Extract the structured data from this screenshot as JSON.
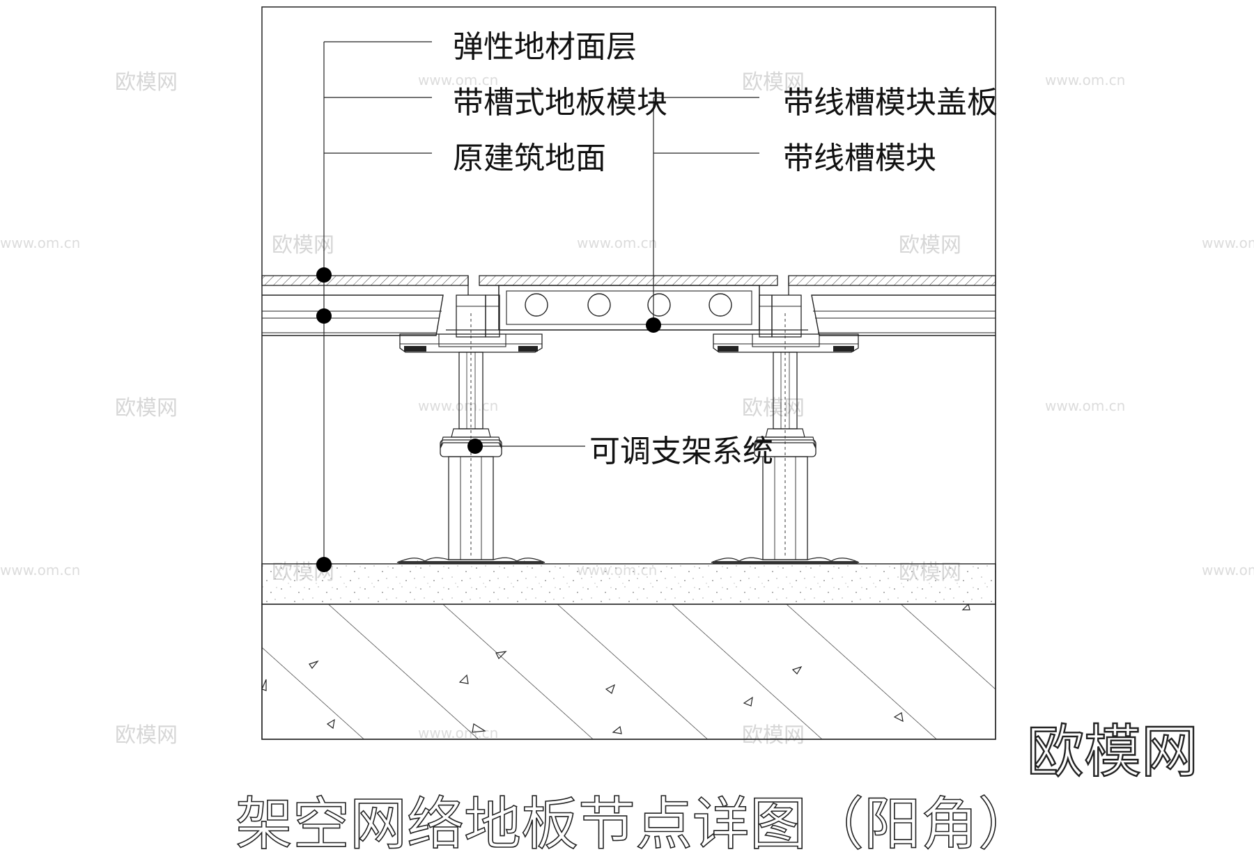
{
  "title": "架空网络地板节点详图（阳角）",
  "brand_logo": "欧模网",
  "watermark": {
    "text": "欧模网",
    "url": "www.om.cn"
  },
  "callouts": {
    "left": [
      "弹性地材面层",
      "带槽式地板模块",
      "原建筑地面"
    ],
    "right": [
      "带线槽模块盖板",
      "带线槽模块"
    ],
    "support": "可调支架系统"
  },
  "colors": {
    "line": "#222222",
    "background": "#ffffff",
    "watermark": "#d6d6d6"
  },
  "icons": [
    "callout-dot"
  ]
}
